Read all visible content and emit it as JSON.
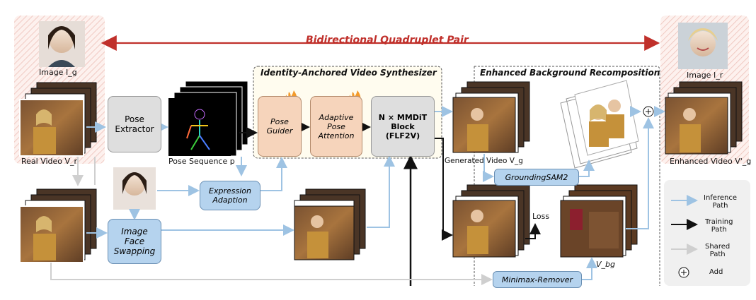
{
  "title": "Bidirectional Quadruplet Pair",
  "images": {
    "image_g": "Image I_g",
    "image_r": "Image I_r",
    "real_video": "Real Video V_r",
    "pose_sequence": "Pose Sequence p",
    "generated_video": "Generated Video V_g",
    "enhanced_video": "Enhanced Video V'_g",
    "v_bg": "V_bg"
  },
  "modules": {
    "pose_extractor": "Pose\nExtractor",
    "image_face_swapping": "Image\nFace\nSwapping",
    "expression_adaption": "Expression\nAdaption",
    "pose_guider": "Pose\nGuider",
    "adaptive_pose_attention": "Adaptive\nPose\nAttention",
    "mmdit_block": "N × MMDiT\nBlock\n(FLF2V)",
    "grounding_sam2": "GroundingSAM2",
    "minimax_remover": "Minimax-Remover",
    "loss": "Loss"
  },
  "sections": {
    "identity_synth": "Identity-Anchored Video Synthesizer",
    "background_recomp": "Enhanced Background Recomposition"
  },
  "legend": {
    "inference": "Inference\nPath",
    "training": "Training\nPath",
    "shared": "Shared\nPath",
    "add": "Add"
  },
  "colors": {
    "red": "#c0302b",
    "inference": "#9ec3e3",
    "training": "#111111",
    "shared": "#cfcfcf",
    "peach": "#f6d4bb",
    "blue_box": "#b5d3ee",
    "gray_box": "#dedede"
  }
}
